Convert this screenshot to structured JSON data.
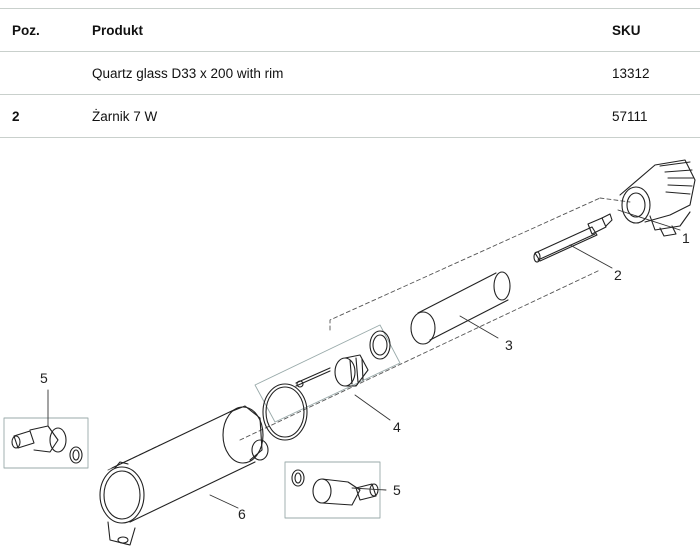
{
  "table": {
    "headers": {
      "pos": "Poz.",
      "product": "Produkt",
      "sku": "SKU"
    },
    "rows": [
      {
        "pos": "",
        "product": "Quartz glass D33 x 200 with rim",
        "sku": "13312"
      },
      {
        "pos": "2",
        "product": "Żarnik 7 W",
        "sku": "57111"
      }
    ]
  },
  "diagram": {
    "callouts": [
      "1",
      "2",
      "3",
      "4",
      "5",
      "5",
      "6"
    ]
  }
}
